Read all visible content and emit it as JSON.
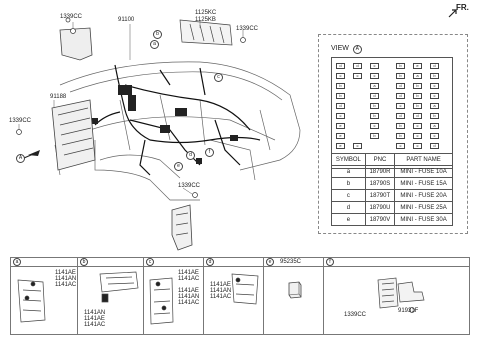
{
  "header": {
    "fr_label": "FR."
  },
  "callouts": {
    "c1339_top": "1339CC",
    "c91100": "91100",
    "c1125kc": "1125KC",
    "c1125kb": "1125KB",
    "c1339_right": "1339CC",
    "c91188": "91188",
    "c1339_left": "1339CC",
    "c1339_bottom": "1339CC",
    "view_a": "A"
  },
  "view_panel": {
    "title": "VIEW",
    "title_marker": "A",
    "fuse_grid_left": [
      [
        "d",
        "d",
        "c"
      ],
      [
        "c",
        "c",
        "c"
      ],
      [
        "b",
        "",
        "a"
      ],
      [
        "b",
        "",
        "d"
      ],
      [
        "d",
        "",
        "b"
      ],
      [
        "c",
        "",
        "b"
      ],
      [
        "e",
        "",
        "c"
      ],
      [
        "e",
        "",
        "b"
      ],
      [
        "e",
        "c",
        ""
      ]
    ],
    "fuse_grid_right": [
      [
        "b",
        "e",
        "d"
      ],
      [
        "b",
        "a",
        "b"
      ],
      [
        "d",
        "b",
        "c"
      ],
      [
        "d",
        "b",
        "c"
      ],
      [
        "c",
        "b",
        "a"
      ],
      [
        "d",
        "d",
        "b"
      ],
      [
        "b",
        "c",
        "a"
      ],
      [
        "b",
        "c",
        "c"
      ],
      [
        "c",
        "c",
        "d"
      ]
    ],
    "table": {
      "headers": [
        "SYMBOL",
        "PNC",
        "PART NAME"
      ],
      "rows": [
        [
          "a",
          "18790R",
          "MINI - FUSE 10A"
        ],
        [
          "b",
          "18790S",
          "MINI - FUSE 15A"
        ],
        [
          "c",
          "18790T",
          "MINI - FUSE 20A"
        ],
        [
          "d",
          "18790U",
          "MINI - FUSE 25A"
        ],
        [
          "e",
          "18790V",
          "MINI - FUSE 30A"
        ]
      ]
    }
  },
  "main_markers": [
    "a",
    "b",
    "c",
    "d",
    "e",
    "f"
  ],
  "detail_cells": [
    {
      "letter": "a",
      "title": "",
      "parts": [
        "1141AE",
        "1141AN",
        "1141AC"
      ]
    },
    {
      "letter": "b",
      "title": "",
      "parts": [
        "1141AN",
        "1141AE",
        "1141AC"
      ]
    },
    {
      "letter": "c",
      "title": "",
      "parts": [
        "1141AE",
        "1141AC",
        "1141AE",
        "1141AN",
        "1141AC"
      ]
    },
    {
      "letter": "d",
      "title": "",
      "parts": [
        "1141AE",
        "1141AN",
        "1141AC"
      ]
    },
    {
      "letter": "e",
      "title": "95235C",
      "parts": []
    },
    {
      "letter": "f",
      "title": "",
      "parts": [
        "1339CC",
        "91931F"
      ]
    }
  ]
}
